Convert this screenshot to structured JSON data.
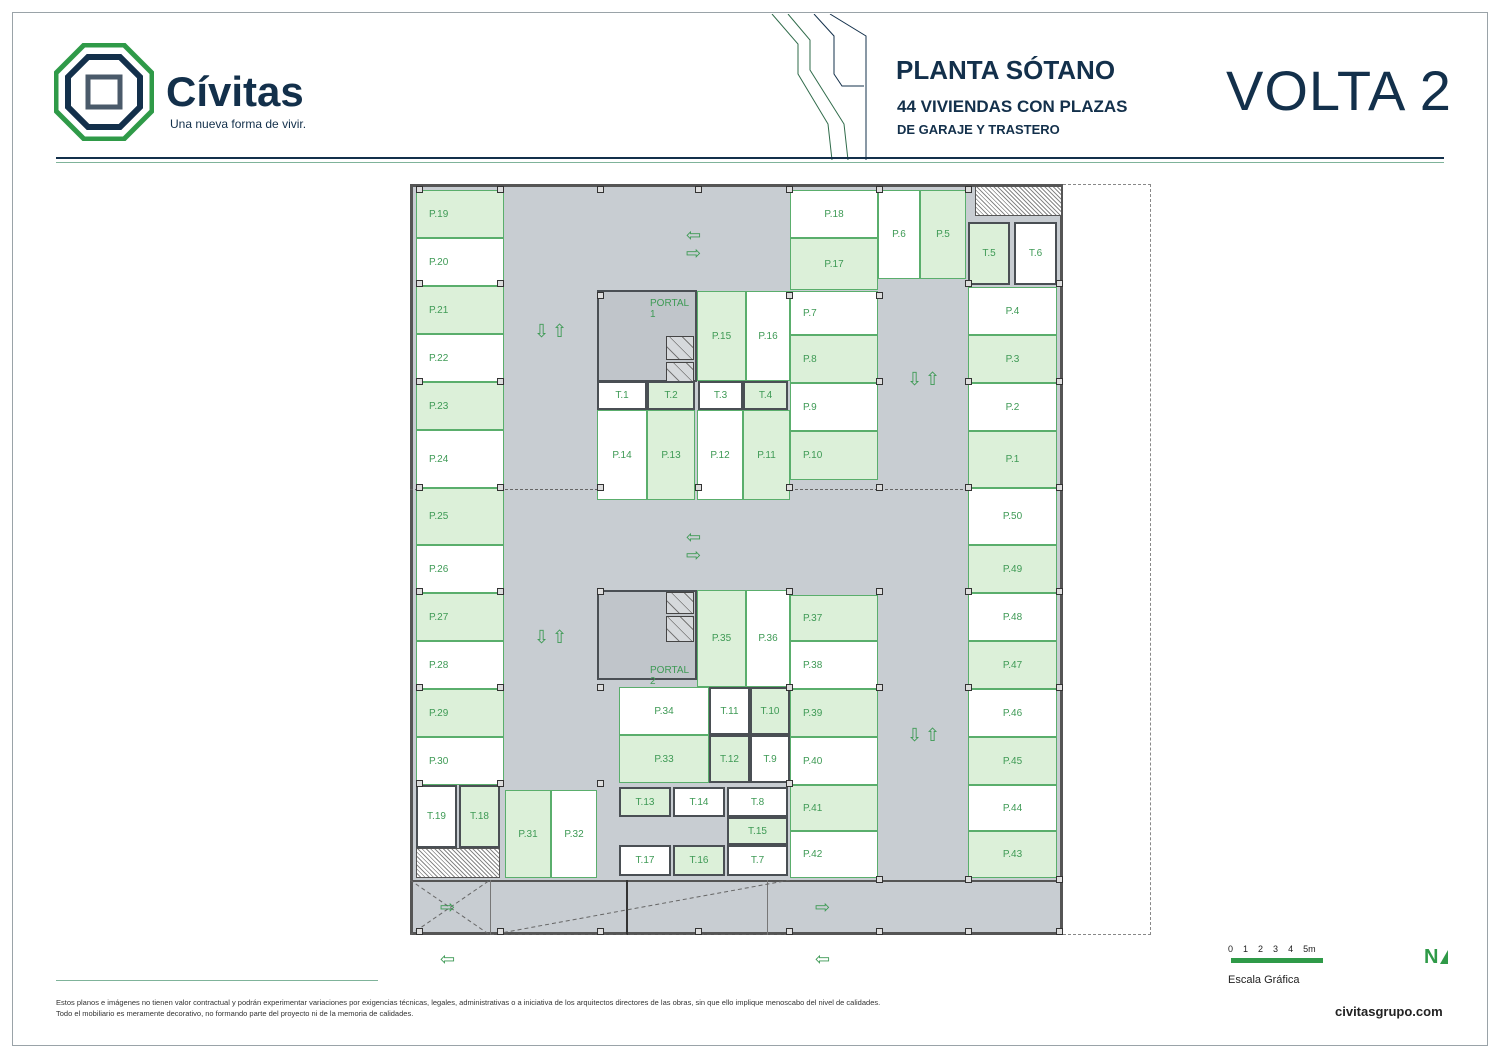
{
  "brand": {
    "name": "Cívitas",
    "tagline": "Una nueva forma de vivir."
  },
  "header": {
    "title": "PLANTA SÓTANO",
    "subtitle1": "44 VIVIENDAS CON PLAZAS",
    "subtitle2": "DE GARAJE Y TRASTERO",
    "project_logo": "VOLTA 2"
  },
  "plan": {
    "portal1": "PORTAL 1",
    "portal2": "PORTAL 2",
    "spots": {
      "p1": "P.1",
      "p2": "P.2",
      "p3": "P.3",
      "p4": "P.4",
      "p5": "P.5",
      "p6": "P.6",
      "p7": "P.7",
      "p8": "P.8",
      "p9": "P.9",
      "p10": "P.10",
      "p11": "P.11",
      "p12": "P.12",
      "p13": "P.13",
      "p14": "P.14",
      "p15": "P.15",
      "p16": "P.16",
      "p17": "P.17",
      "p18": "P.18",
      "p19": "P.19",
      "p20": "P.20",
      "p21": "P.21",
      "p22": "P.22",
      "p23": "P.23",
      "p24": "P.24",
      "p25": "P.25",
      "p26": "P.26",
      "p27": "P.27",
      "p28": "P.28",
      "p29": "P.29",
      "p30": "P.30",
      "p31": "P.31",
      "p32": "P.32",
      "p33": "P.33",
      "p34": "P.34",
      "p35": "P.35",
      "p36": "P.36",
      "p37": "P.37",
      "p38": "P.38",
      "p39": "P.39",
      "p40": "P.40",
      "p41": "P.41",
      "p42": "P.42",
      "p43": "P.43",
      "p44": "P.44",
      "p45": "P.45",
      "p46": "P.46",
      "p47": "P.47",
      "p48": "P.48",
      "p49": "P.49",
      "p50": "P.50"
    },
    "storage": {
      "t1": "T.1",
      "t2": "T.2",
      "t3": "T.3",
      "t4": "T.4",
      "t5": "T.5",
      "t6": "T.6",
      "t7": "T.7",
      "t8": "T.8",
      "t9": "T.9",
      "t10": "T.10",
      "t11": "T.11",
      "t12": "T.12",
      "t13": "T.13",
      "t14": "T.14",
      "t15": "T.15",
      "t16": "T.16",
      "t17": "T.17",
      "t18": "T.18",
      "t19": "T.19"
    }
  },
  "scale": {
    "ticks": [
      "0",
      "1",
      "2",
      "3",
      "4",
      "5m"
    ],
    "label": "Escala Gráfica",
    "north": "N"
  },
  "footer": {
    "disclaimer1": "Estos planos e imágenes no tienen valor contractual y podrán experimentar variaciones por exigencias técnicas, legales, administrativas o a iniciativa de los arquitectos directores de las obras, sin que ello implique menoscabo del nivel de calidades.",
    "disclaimer2": "Todo el mobiliario es meramente decorativo, no formando parte del proyecto ni de la memoria de calidades.",
    "website": "civitasgrupo.com"
  },
  "colors": {
    "navy": "#13304b",
    "green": "#2f9a48",
    "spot_green": "#dcf0d9",
    "floor": "#c8cdd2"
  }
}
